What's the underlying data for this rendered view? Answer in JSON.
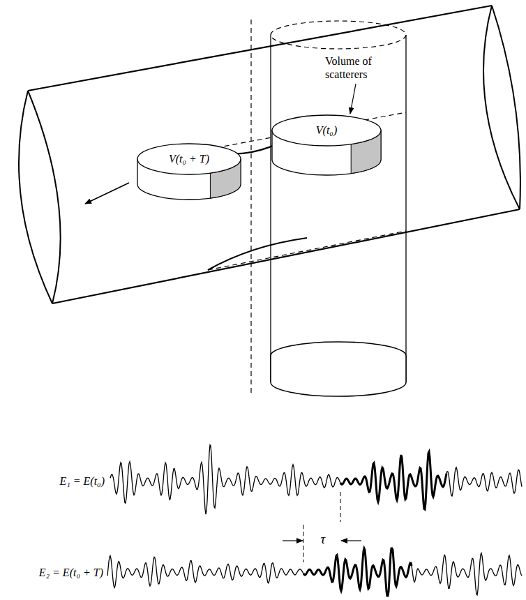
{
  "diagram": {
    "nodes": [
      {
        "text": [
          "V(t₀)"
        ]
      },
      {
        "text": [
          "V(t₀ + T)"
        ]
      }
    ],
    "labels": [
      "Volume of scatterers",
      "E₁ = E(t₀)",
      "τ",
      "E₂ = E(t₀ + T)"
    ]
  }
}
